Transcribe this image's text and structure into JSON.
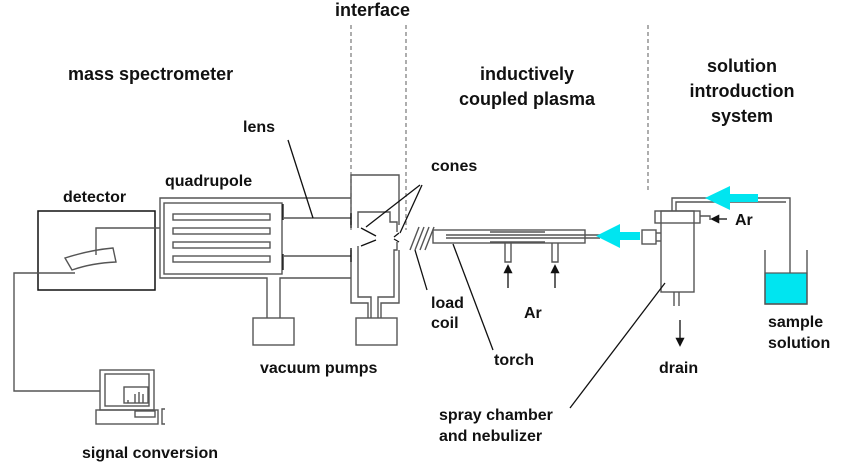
{
  "title": "ICP-MS instrument schematic",
  "colors": {
    "flow_arrow": "#00e5f0",
    "sample_liquid": "#00e5f0",
    "line": "#555555",
    "text": "#111111"
  },
  "sections": {
    "mass_spectrometer": "mass spectrometer",
    "interface": "interface",
    "icp_line1": "inductively",
    "icp_line2": "coupled plasma",
    "sis_line1": "solution",
    "sis_line2": "introduction",
    "sis_line3": "system"
  },
  "components": {
    "lens": "lens",
    "quadrupole": "quadrupole",
    "detector": "detector",
    "cones": "cones",
    "load_coil_line1": "load",
    "load_coil_line2": "coil",
    "torch": "torch",
    "argon_torch": "Ar",
    "argon_nebulizer": "Ar",
    "vacuum_pumps": "vacuum pumps",
    "signal_conversion": "signal conversion",
    "spray_line1": "spray chamber",
    "spray_line2": "and nebulizer",
    "drain": "drain",
    "sample_line1": "sample",
    "sample_line2": "solution"
  }
}
